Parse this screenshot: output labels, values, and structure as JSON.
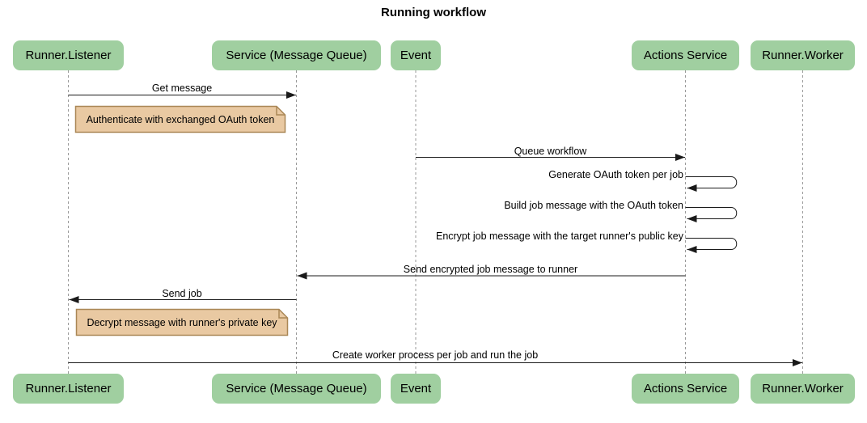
{
  "title": "Running workflow",
  "actors": [
    {
      "label": "Runner.Listener"
    },
    {
      "label": "Service (Message Queue)"
    },
    {
      "label": "Event"
    },
    {
      "label": "Actions Service"
    },
    {
      "label": "Runner.Worker"
    }
  ],
  "messages": [
    {
      "from": "Runner.Listener",
      "to": "Service (Message Queue)",
      "label": "Get message"
    },
    {
      "from": "Event",
      "to": "Actions Service",
      "label": "Queue workflow"
    },
    {
      "from": "Actions Service",
      "to": "Actions Service",
      "label": "Generate OAuth token per job"
    },
    {
      "from": "Actions Service",
      "to": "Actions Service",
      "label": "Build job message with the OAuth token"
    },
    {
      "from": "Actions Service",
      "to": "Actions Service",
      "label": "Encrypt job message with the target runner's public key"
    },
    {
      "from": "Actions Service",
      "to": "Service (Message Queue)",
      "label": "Send encrypted job message to runner"
    },
    {
      "from": "Service (Message Queue)",
      "to": "Runner.Listener",
      "label": "Send job"
    },
    {
      "from": "Runner.Listener",
      "to": "Runner.Worker",
      "label": "Create worker process per job and run the job"
    }
  ],
  "notes": [
    {
      "over": "Runner.Listener, Service (Message Queue)",
      "label": "Authenticate with exchanged OAuth token"
    },
    {
      "over": "Runner.Listener, Service (Message Queue)",
      "label": "Decrypt message with runner's private key"
    }
  ],
  "colors": {
    "actor_fill": "#a0cfa0",
    "note_fill": "#e9c9a2",
    "note_border": "#aa8756",
    "lifeline": "#999999",
    "arrow": "#1a1a1a",
    "background": "#ffffff",
    "text": "#000000"
  }
}
